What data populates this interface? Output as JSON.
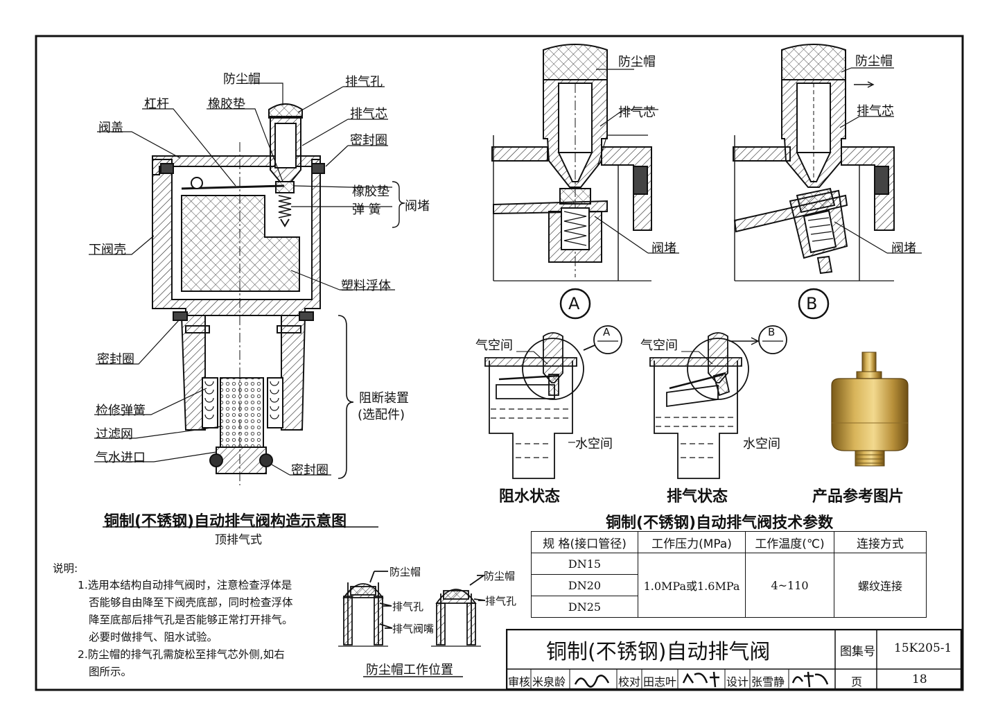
{
  "main_diagram": {
    "title": "铜制(不锈钢)自动排气阀构造示意图",
    "subtitle": "顶排气式",
    "labels": {
      "dust_cap": "防尘帽",
      "vent_hole": "排气孔",
      "lever": "杠杆",
      "rubber_pad": "橡胶垫",
      "vent_core": "排气芯",
      "valve_cover": "阀盖",
      "seal_ring_top": "密封圈",
      "plug_rubber": "橡胶垫",
      "plug_spring": "弹   簧",
      "plug_group": "阀堵",
      "lower_shell": "下阀壳",
      "float": "塑料浮体",
      "seal_ring_mid": "密封圈",
      "service_spring": "检修弹簧",
      "filter": "过滤网",
      "inlet": "气水进口",
      "seal_ring_bottom": "密封圈",
      "isolator": "阻断装置",
      "isolator_note": "(选配件)"
    }
  },
  "detail_a": {
    "marker": "A",
    "labels": {
      "dust_cap": "防尘帽",
      "vent_core": "排气芯",
      "plug": "阀堵"
    }
  },
  "detail_b": {
    "marker": "B",
    "labels": {
      "dust_cap": "防尘帽",
      "vent_core": "排气芯",
      "plug": "阀堵"
    }
  },
  "states": {
    "block": {
      "caption": "阻水状态",
      "air": "气空间",
      "water": "水空间",
      "ref": "A",
      "ref_sub": "—"
    },
    "vent": {
      "caption": "排气状态",
      "air": "气空间",
      "water": "水空间",
      "ref": "B",
      "ref_sub": "—"
    },
    "photo": {
      "caption": "产品参考图片"
    }
  },
  "spec_table": {
    "title": "铜制(不锈钢)自动排气阀技术参数",
    "headers": [
      "规 格(接口管径)",
      "工作压力(MPa)",
      "工作温度(℃)",
      "连接方式"
    ],
    "sizes": [
      "DN15",
      "DN20",
      "DN25"
    ],
    "pressure": "1.0MPa或1.6MPa",
    "temperature": "4~110",
    "connection": "螺纹连接"
  },
  "notes": {
    "heading": "说明:",
    "items": [
      "1.选用本结构自动排气阀时，注意检查浮体是",
      "否能够自由降至下阀壳底部，同时检查浮体",
      "降至底部后排气孔是否能够正常打开排气。",
      "必要时做排气、阻水试验。",
      "2.防尘帽的排气孔需旋松至排气芯外侧,如右",
      "图所示。"
    ]
  },
  "dust_cap_position": {
    "caption": "防尘帽工作位置",
    "left": {
      "dust_cap": "防尘帽",
      "vent_hole": "排气孔",
      "nozzle": "排气阀嘴"
    },
    "right": {
      "dust_cap": "防尘帽",
      "vent_hole": "排气孔"
    }
  },
  "title_block": {
    "drawing_title": "铜制(不锈钢)自动排气阀",
    "atlas_label": "图集号",
    "atlas_no": "15K205-1",
    "review_label": "审核",
    "reviewer": "米泉龄",
    "check_label": "校对",
    "checker": "田志叶",
    "design_label": "设计",
    "designer": "张雪静",
    "page_label": "页",
    "page_no": "18"
  }
}
